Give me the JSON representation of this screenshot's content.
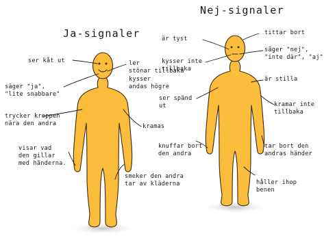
{
  "titles": {
    "yes": "Ja-signaler",
    "no": "Nej-signaler"
  },
  "yes_labels": {
    "ser_kat_ut": "ser kåt ut",
    "ler": "ler",
    "stonar": "stönar tillbaka",
    "kysser": "kysser\nandas högre",
    "sager_ja": "säger \"ja\",\n\"lite snabbare\"",
    "trycker": "trycker kroppen\nnära den andra",
    "kramas": "kramas",
    "visar": "visar vad\nden gillar\nmed händerna.",
    "smeker": "smeker den andra\ntar av kläderna"
  },
  "no_labels": {
    "ar_tyst": "är tyst",
    "tittar_bort": "tittar bort",
    "kysser_inte": "kysser inte\ntillbaka",
    "sager_nej": "säger \"nej\",\n\"inte där\", \"aj\"",
    "ar_stilla": "är stilla",
    "ser_spand": "ser spänd\nut",
    "kramar_inte": "kramar inte\ntillbaka",
    "knuffar": "knuffar bort\nden andra",
    "tar_bort": "tar bort den\nandras händer",
    "haller_ihop": "håller ihop\nbenen"
  },
  "colors": {
    "body_fill": "#FBBD3B",
    "outline": "#3A2A10",
    "shadow": "#D8D8D8",
    "ink": "#1A1A1A"
  }
}
